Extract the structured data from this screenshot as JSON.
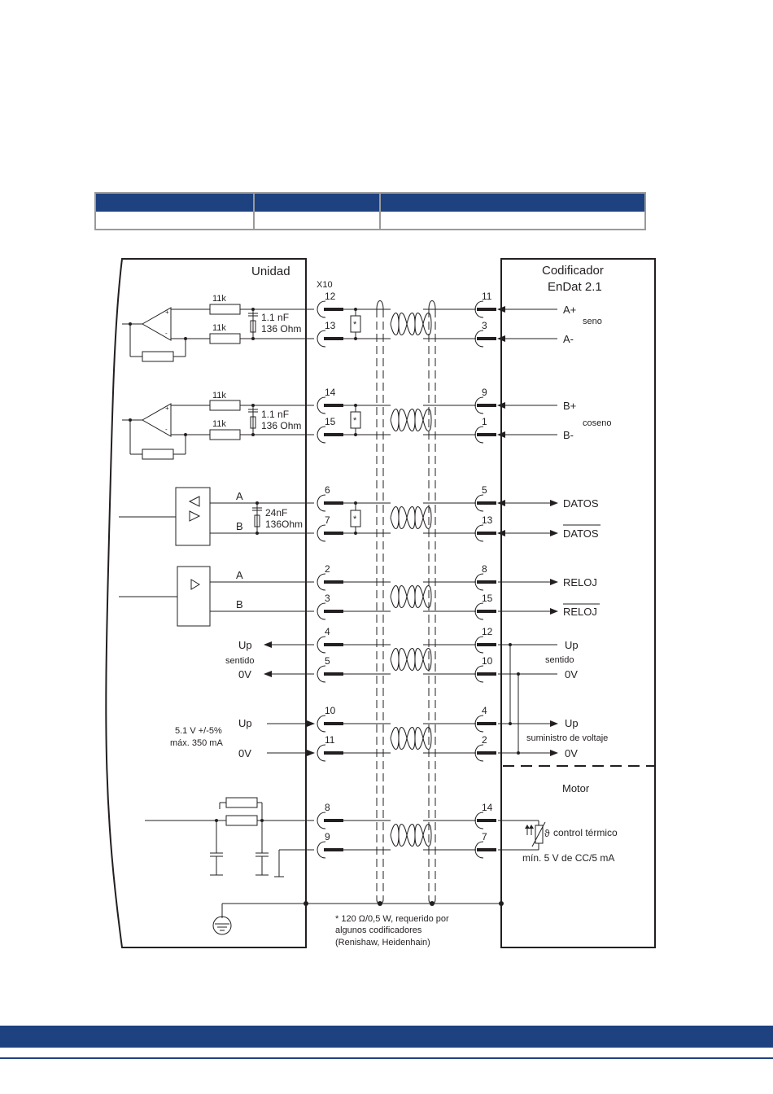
{
  "colors": {
    "brand": "#1e4180",
    "line": "#231f20"
  },
  "header_table": {
    "columns": [
      "",
      "",
      ""
    ],
    "cells": [
      "",
      "",
      ""
    ]
  },
  "drive": {
    "title": "Unidad",
    "connector": "X10"
  },
  "encoder": {
    "title": "Codificador",
    "model": "EnDat 2.1"
  },
  "motor": {
    "title": "Motor"
  },
  "components": {
    "r11k": "11k",
    "cap_1": "1.1 nF",
    "res_136": "136 Ohm",
    "cap_24": "24nF",
    "res_136b": "136Ohm",
    "star": "*",
    "term_a": "A",
    "term_b": "B"
  },
  "pins_left": [
    "12",
    "13",
    "14",
    "15",
    "6",
    "7",
    "2",
    "3",
    "4",
    "5",
    "10",
    "11",
    "8",
    "9"
  ],
  "pins_right": [
    "11",
    "3",
    "9",
    "1",
    "5",
    "13",
    "8",
    "15",
    "12",
    "10",
    "4",
    "2",
    "14",
    "7"
  ],
  "signals": {
    "a_plus": "A+",
    "a_minus": "A-",
    "seno": "seno",
    "b_plus": "B+",
    "b_minus": "B-",
    "coseno": "coseno",
    "datos": "DATOS",
    "datos_n": "DATOS",
    "reloj": "RELOJ",
    "reloj_n": "RELOJ",
    "up": "Up",
    "sentido": "sentido",
    "zero_v": "0V",
    "suministro": "suministro de voltaje",
    "control_termico": "control térmico",
    "min_5v": "mín. 5 V de CC/5 mA",
    "theta": "ϑ"
  },
  "supply": {
    "line1": "5.1 V +/-5%",
    "line2": "máx. 350 mA"
  },
  "footnote": [
    "* 120 Ω/0,5 W, requerido por",
    "algunos codificadores",
    "(Renishaw, Heidenhain)"
  ]
}
